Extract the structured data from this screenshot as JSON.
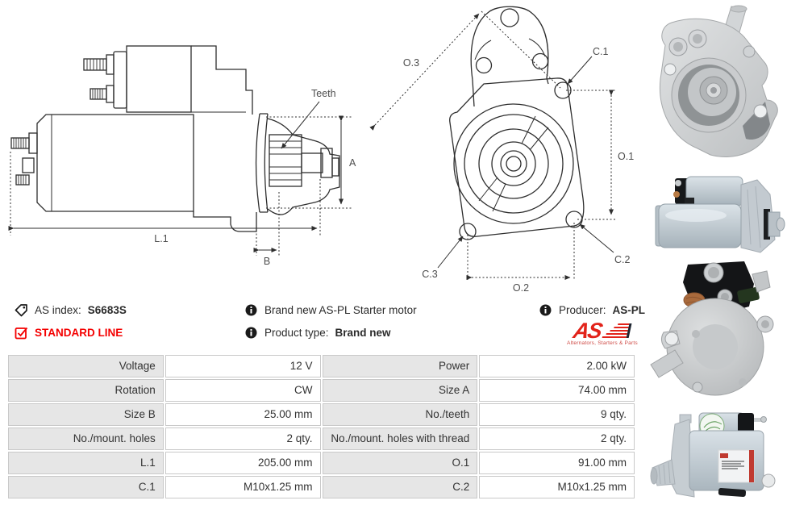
{
  "info": {
    "as_index_label": "AS index:",
    "as_index_value": "S6683S",
    "line_badge": "STANDARD LINE",
    "description": "Brand new AS-PL Starter motor",
    "product_type_label": "Product type:",
    "product_type_value": "Brand new",
    "producer_label": "Producer:",
    "producer_value": "AS-PL",
    "logo_text": "AS",
    "logo_caption": "Alternators, Starters & Parts"
  },
  "drawings": {
    "side_view": {
      "labels": {
        "teeth": "Teeth",
        "a": "A",
        "l1": "L.1",
        "b": "B"
      }
    },
    "front_view": {
      "labels": {
        "o1": "O.1",
        "o2": "O.2",
        "o3": "O.3",
        "c1": "C.1",
        "c2": "C.2",
        "c3": "C.3"
      }
    }
  },
  "photos": {
    "photo1": "starter-mounting-flange-front",
    "photo2": "starter-side-view",
    "photo3": "starter-rear-solenoid-view",
    "photo4": "starter-side-view-with-labels"
  },
  "spec_table": {
    "rows": [
      [
        "Voltage",
        "12 V",
        "Power",
        "2.00 kW"
      ],
      [
        "Rotation",
        "CW",
        "Size A",
        "74.00 mm"
      ],
      [
        "Size B",
        "25.00 mm",
        "No./teeth",
        "9 qty."
      ],
      [
        "No./mount. holes",
        "2 qty.",
        "No./mount. holes with thread",
        "2 qty."
      ],
      [
        "L.1",
        "205.00 mm",
        "O.1",
        "91.00 mm"
      ],
      [
        "C.1",
        "M10x1.25 mm",
        "C.2",
        "M10x1.25 mm"
      ]
    ]
  },
  "colors": {
    "accent_red": "#f40000",
    "logo_red": "#e2231a",
    "drawing_line": "#2e2e2e",
    "table_label_bg": "#e6e6e6",
    "table_border": "#c9c9c9"
  }
}
